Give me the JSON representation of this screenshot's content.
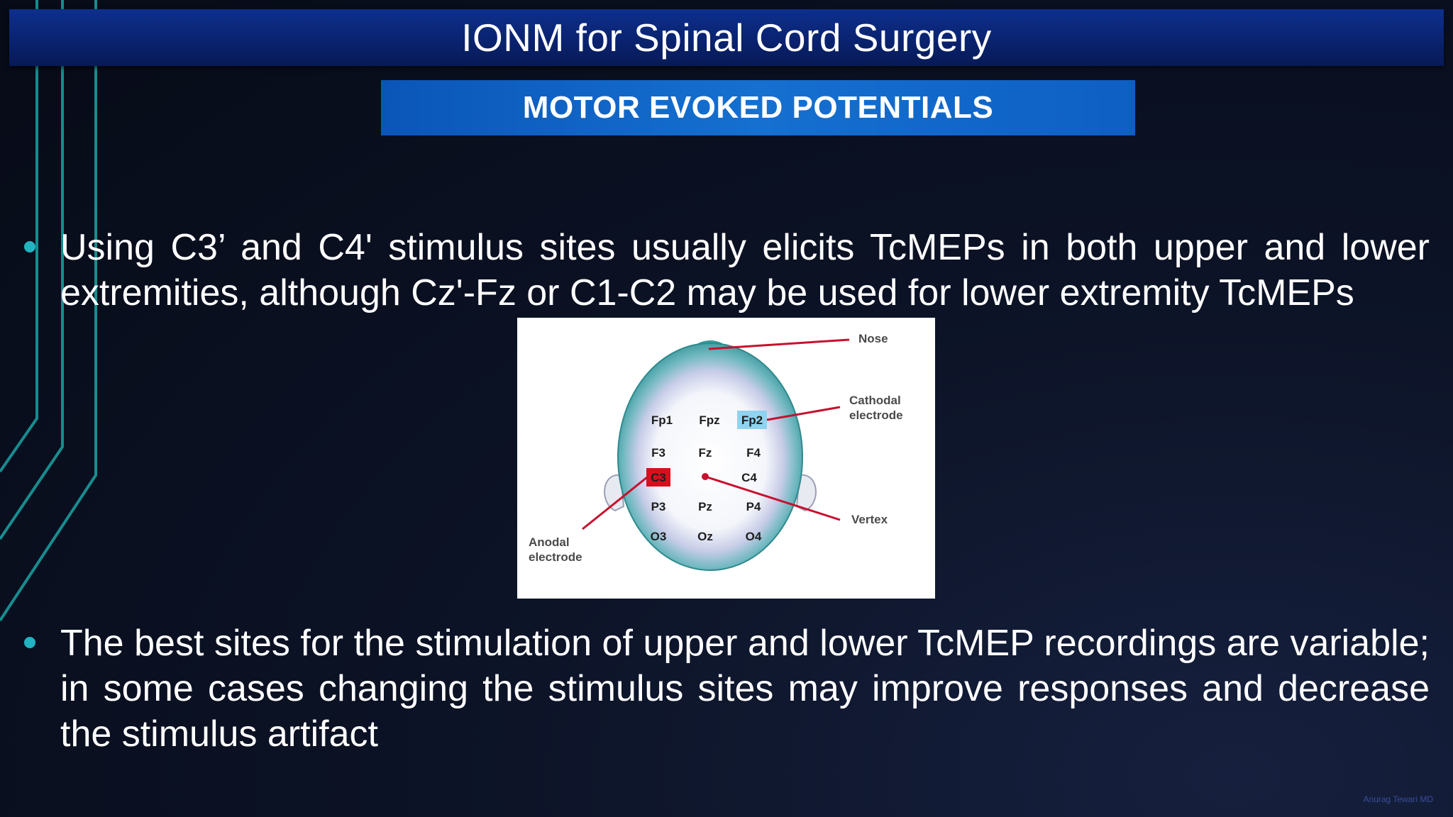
{
  "slide": {
    "title": "IONM for Spinal Cord Surgery",
    "subtitle": "MOTOR EVOKED POTENTIALS",
    "bullets": [
      "Using C3’ and C4' stimulus sites usually elicits TcMEPs in both upper and lower extremities, although Cz'-Fz or C1-C2 may be used for lower extremity TcMEPs",
      "The best sites for the stimulation of upper and lower TcMEP recordings are variable; in some cases changing the stimulus sites may improve responses and decrease the stimulus artifact"
    ],
    "watermark": "Anurag Tewari MD"
  },
  "colors": {
    "title_bar": "#0a2370",
    "subtitle_bar": "#1570d0",
    "bullet": "#22b3c2",
    "accent_lines": "#1aa3a3",
    "annotation_line": "#c8102e",
    "anodal_fill": "#d7101e",
    "cathodal_fill": "#8fd3f0"
  },
  "figure": {
    "electrodes": {
      "fp1": "Fp1",
      "fpz": "Fpz",
      "fp2": "Fp2",
      "f3": "F3",
      "fz": "Fz",
      "f4": "F4",
      "c3": "C3",
      "c4": "C4",
      "p3": "P3",
      "pz": "Pz",
      "p4": "P4",
      "o3": "O3",
      "oz": "Oz",
      "o4": "O4"
    },
    "labels": {
      "nose": "Nose",
      "cathodal_1": "Cathodal",
      "cathodal_2": "electrode",
      "vertex": "Vertex",
      "anodal_1": "Anodal",
      "anodal_2": "electrode"
    }
  }
}
